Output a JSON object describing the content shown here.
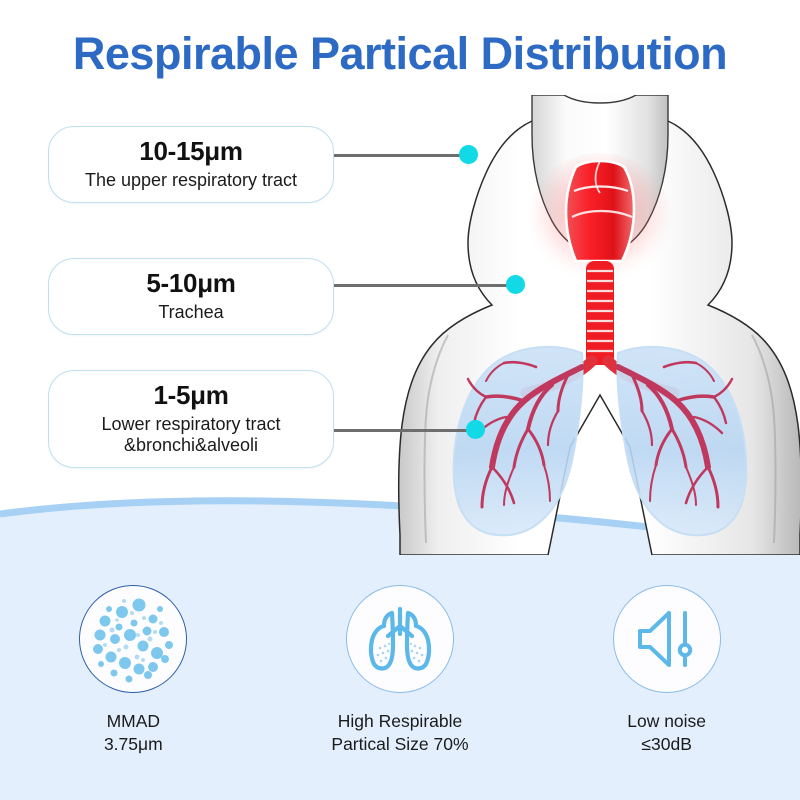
{
  "header": {
    "title": "Respirable Partical Distribution",
    "title_color": "#2d6ac4"
  },
  "colors": {
    "accent_blue": "#2d6ac4",
    "dot_cyan": "#11d9e6",
    "connector_gray": "#6e6e6e",
    "callout_border": "#bfe0ec",
    "band_background": "#e4effd",
    "icon_blue": "#5bb8e8",
    "lung_fill": "#bcd8f2",
    "airway_red": "#e8242a"
  },
  "callouts": [
    {
      "size": "10-15μm",
      "desc": "The upper respiratory tract",
      "target": "nose-mouth",
      "dot_label": "upper-respiratory-tract-marker"
    },
    {
      "size": "5-10μm",
      "desc": "Trachea",
      "target": "trachea",
      "dot_label": "trachea-marker"
    },
    {
      "size": "1-5μm",
      "desc": "Lower respiratory tract &bronchi&alveoli",
      "target": "bronchi",
      "dot_label": "lower-respiratory-tract-marker"
    }
  ],
  "illustration": {
    "name": "human-torso-respiratory-system",
    "parts": [
      "head",
      "neck",
      "shoulders",
      "larynx",
      "trachea",
      "left-lung",
      "right-lung",
      "bronchial-tree"
    ]
  },
  "features": [
    {
      "icon": "particle-dots-icon",
      "line1": "MMAD",
      "line2": "3.75μm"
    },
    {
      "icon": "lungs-icon",
      "line1": "High Respirable",
      "line2": "Partical  Size 70%"
    },
    {
      "icon": "speaker-volume-icon",
      "line1": "Low noise",
      "line2": "≤30dB"
    }
  ]
}
